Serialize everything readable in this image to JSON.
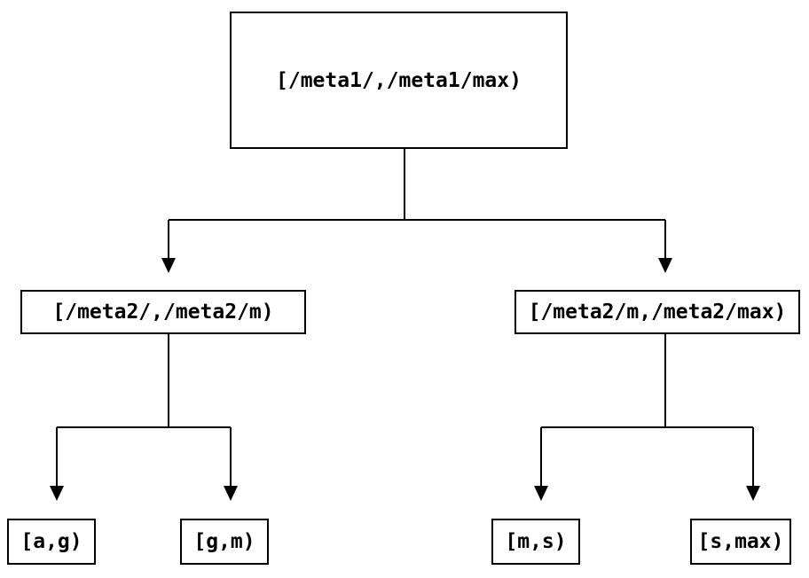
{
  "diagram": {
    "type": "binary-interval-tree",
    "background_color": "#ffffff",
    "line_color": "#000000",
    "text_color": "#000000",
    "nodes": {
      "root": {
        "label": "[/meta1/,/meta1/max)"
      },
      "left": {
        "label": "[/meta2/,/meta2/m)"
      },
      "right": {
        "label": "[/meta2/m,/meta2/max)"
      },
      "leaf_ag": {
        "label": "[a,g)"
      },
      "leaf_gm": {
        "label": "[g,m)"
      },
      "leaf_ms": {
        "label": "[m,s)"
      },
      "leaf_smax": {
        "label": "[s,max)"
      }
    },
    "edges": [
      {
        "from": "[/meta1/,/meta1/max)",
        "to": "[/meta2/,/meta2/m)"
      },
      {
        "from": "[/meta1/,/meta1/max)",
        "to": "[/meta2/m,/meta2/max)"
      },
      {
        "from": "[/meta2/,/meta2/m)",
        "to": "[a,g)"
      },
      {
        "from": "[/meta2/,/meta2/m)",
        "to": "[g,m)"
      },
      {
        "from": "[/meta2/m,/meta2/max)",
        "to": "[m,s)"
      },
      {
        "from": "[/meta2/m,/meta2/max)",
        "to": "[s,max)"
      }
    ]
  }
}
